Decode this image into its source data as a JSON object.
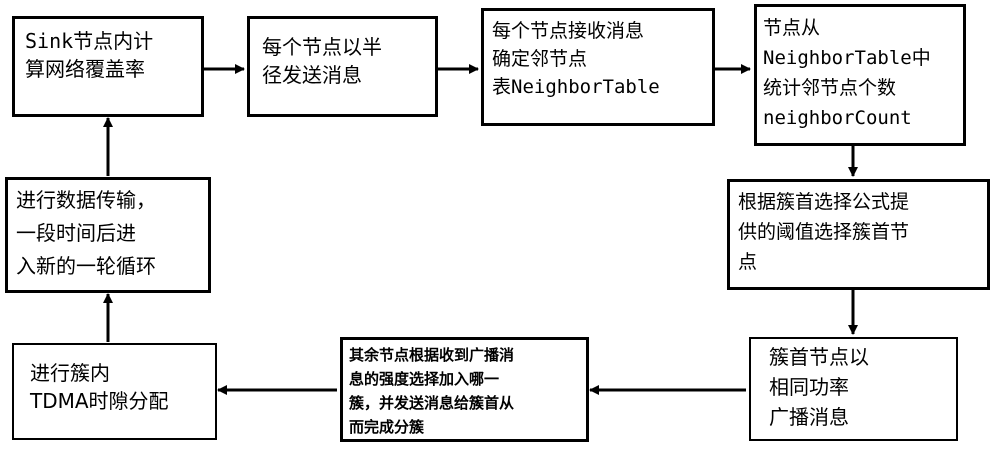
{
  "nodes": {
    "sink_coverage": "Sink节点内计\n算网络覆盖率",
    "broadcast_radius": "每个节点以半\n径发送消息",
    "neighbor_table": "每个节点接收消息\n确定邻节点\n表NeighborTable",
    "neighbor_count": "节点从\nNeighborTable中\n统计邻节点个数\nneighborCount",
    "select_head": "根据簇首选择公式提\n供的阈值选择簇首节\n点",
    "head_broadcast": "簇首节点以\n相同功率\n广播消息",
    "join_cluster": "其余节点根据收到广播消\n息的强度选择加入哪一\n簇，并发送消息给簇首从\n而完成分簇",
    "tdma": "进行簇内\nTDMA时隙分配",
    "data_transfer": "进行数据传输，\n一段时间后进\n入新的一轮循环"
  }
}
